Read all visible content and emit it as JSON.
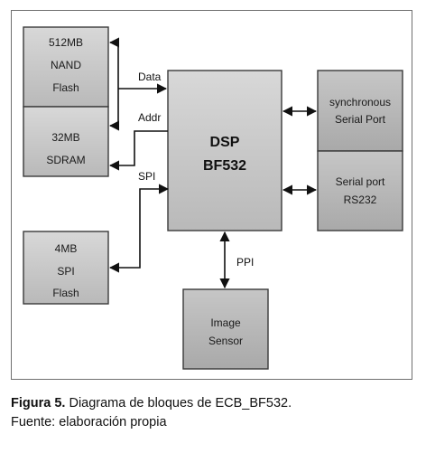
{
  "blocks": {
    "nand": [
      "512MB",
      "NAND",
      "Flash"
    ],
    "sdram": [
      "32MB",
      "SDRAM"
    ],
    "spi_flash": [
      "4MB",
      "SPI",
      "Flash"
    ],
    "dsp": [
      "DSP",
      "BF532"
    ],
    "sync_serial": [
      "synchronous",
      "Serial Port"
    ],
    "serial_rs232": [
      "Serial port",
      "RS232"
    ],
    "image_sensor": [
      "Image",
      "Sensor"
    ]
  },
  "signals": {
    "data": "Data",
    "addr": "Addr",
    "spi": "SPI",
    "ppi": "PPI"
  },
  "caption": {
    "figure_label": "Figura 5.",
    "figure_text": " Diagrama de bloques de ECB_BF532.",
    "source": "Fuente: elaboración propia"
  }
}
